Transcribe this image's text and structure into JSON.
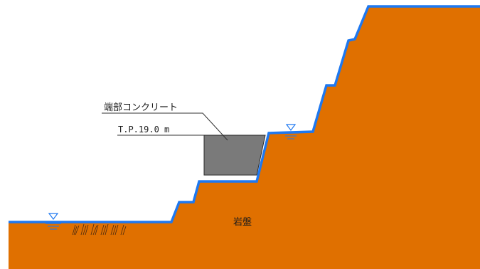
{
  "labels": {
    "end_concrete": "端部コンクリート",
    "tp_level": "T.P.19.0 m",
    "bedrock": "岩盤"
  },
  "colors": {
    "ground": "#E07000",
    "surface_line": "#1E78F0",
    "concrete": "#7A7A7A",
    "leader": "#333333",
    "water_mark": "#1E78F0"
  },
  "icons": [
    "water-level-icon",
    "grass-hatch-icon"
  ]
}
